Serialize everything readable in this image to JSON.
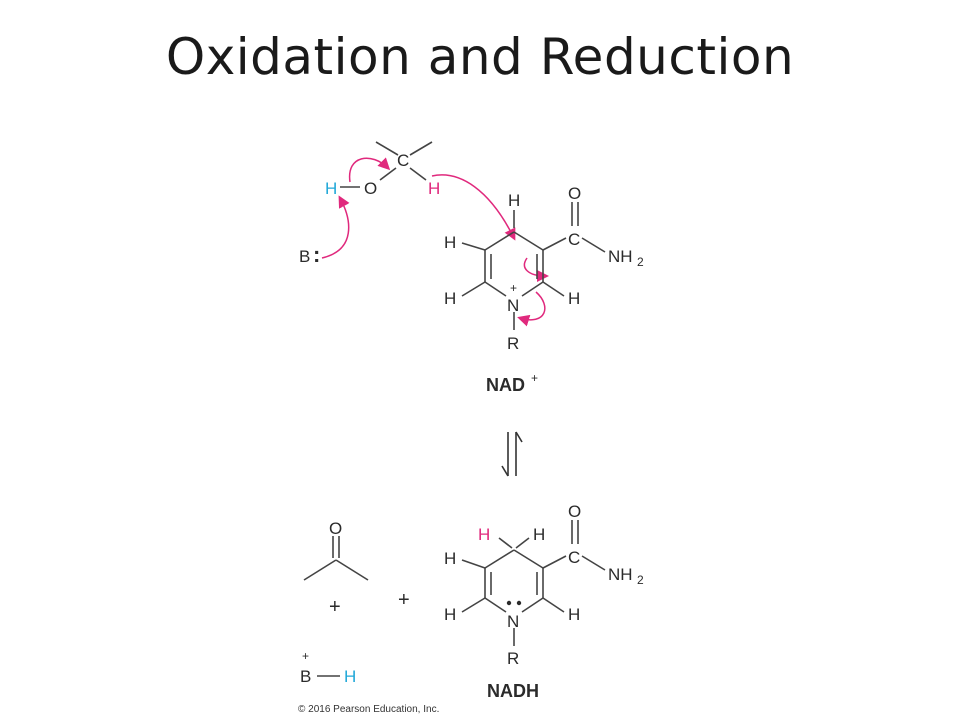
{
  "title": "Oxidation and Reduction",
  "colors": {
    "hydrogen_cyan": "#22a8d8",
    "hydrogen_magenta": "#e0297d",
    "text": "#2b2b2b",
    "bond": "#444444"
  },
  "top": {
    "base_atom": "B",
    "base_lone_pair": ":",
    "alcohol_h": "H",
    "alcohol_o": "O",
    "alcohol_c": "C",
    "alcohol_ch": "H",
    "ring_h_top": "H",
    "ring_h_left_upper": "H",
    "ring_h_left_lower": "H",
    "ring_h_right": "H",
    "ring_n": "N",
    "ring_n_charge": "+",
    "ring_r": "R",
    "amide_o": "O",
    "amide_c": "C",
    "amide_nh": "NH",
    "amide_sub": "2",
    "label": "NAD",
    "label_charge": "+"
  },
  "bottom": {
    "ketone_o": "O",
    "plus_1": "+",
    "plus_2": "+",
    "base_charge": "+",
    "base_atom": "B",
    "base_h": "H",
    "ring_h_magenta": "H",
    "ring_h_top": "H",
    "ring_h_left_upper": "H",
    "ring_h_left_lower": "H",
    "ring_h_right": "H",
    "ring_n": "N",
    "ring_r": "R",
    "amide_o": "O",
    "amide_c": "C",
    "amide_nh": "NH",
    "amide_sub": "2",
    "label": "NADH"
  },
  "copyright": "© 2016 Pearson Education, Inc."
}
